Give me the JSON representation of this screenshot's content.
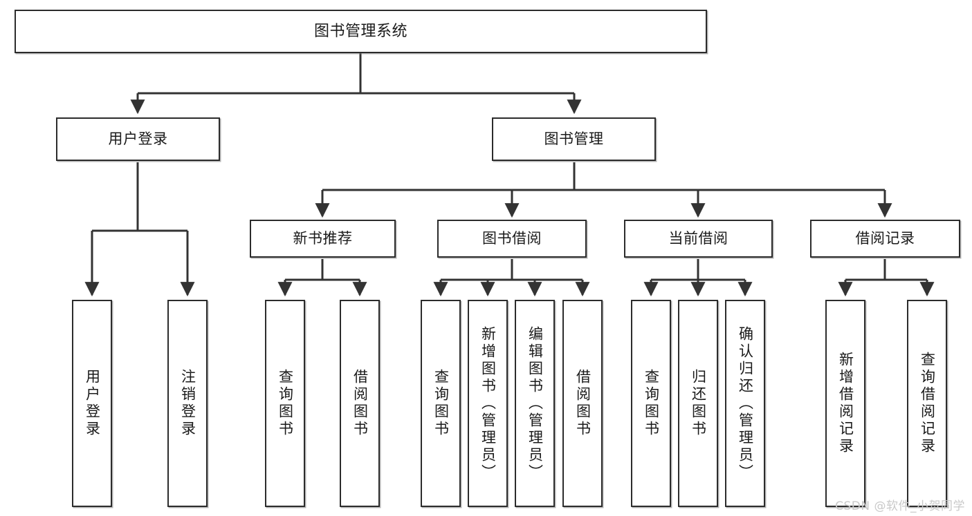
{
  "diagram": {
    "title": "图书管理系统",
    "type": "tree",
    "orientation": "top-down",
    "colors": {
      "node_border": "#2b2b2b",
      "node_fill": "#ffffff",
      "edge": "#333333",
      "text": "#1a1a1a",
      "watermark": "#c9c9c9",
      "background": "#ffffff"
    },
    "nodes": {
      "root": {
        "label": "图书管理系统",
        "level": 1
      },
      "level2": [
        {
          "id": "user-login",
          "label": "用户登录"
        },
        {
          "id": "book-manage",
          "label": "图书管理"
        }
      ],
      "level3": [
        {
          "id": "new-book-recommend",
          "label": "新书推荐"
        },
        {
          "id": "book-borrow",
          "label": "图书借阅"
        },
        {
          "id": "current-borrow",
          "label": "当前借阅"
        },
        {
          "id": "borrow-record",
          "label": "借阅记录"
        }
      ],
      "leaves": {
        "user-login": [
          {
            "id": "leaf-user-login",
            "label": "用户登录"
          },
          {
            "id": "leaf-user-logout",
            "label": "注销登录"
          }
        ],
        "new-book-recommend": [
          {
            "id": "leaf-query-book-1",
            "label": "查询图书"
          },
          {
            "id": "leaf-borrow-book-1",
            "label": "借阅图书"
          }
        ],
        "book-borrow": [
          {
            "id": "leaf-query-book-2",
            "label": "查询图书"
          },
          {
            "id": "leaf-add-book",
            "label": "新增图书（管理员）"
          },
          {
            "id": "leaf-edit-book",
            "label": "编辑图书（管理员）"
          },
          {
            "id": "leaf-borrow-book-2",
            "label": "借阅图书"
          }
        ],
        "current-borrow": [
          {
            "id": "leaf-query-book-3",
            "label": "查询图书"
          },
          {
            "id": "leaf-return-book",
            "label": "归还图书"
          },
          {
            "id": "leaf-confirm-return",
            "label": "确认归还（管理员）"
          }
        ],
        "borrow-record": [
          {
            "id": "leaf-add-record",
            "label": "新增借阅记录"
          },
          {
            "id": "leaf-query-record",
            "label": "查询借阅记录"
          }
        ]
      }
    }
  },
  "watermark": {
    "text": "CSDN @软件_小贺同学"
  }
}
